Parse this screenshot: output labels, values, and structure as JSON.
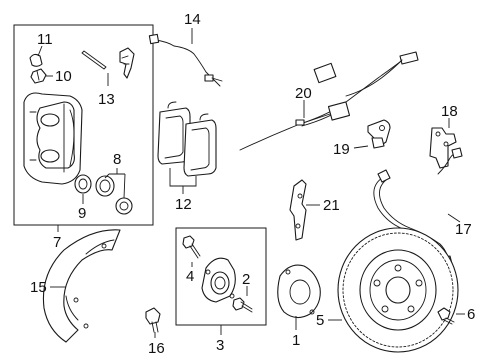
{
  "callouts": {
    "c1": "1",
    "c2": "2",
    "c3": "3",
    "c4": "4",
    "c5": "5",
    "c6": "6",
    "c7": "7",
    "c8": "8",
    "c9": "9",
    "c10": "10",
    "c11": "11",
    "c12": "12",
    "c13": "13",
    "c14": "14",
    "c15": "15",
    "c16": "16",
    "c17": "17",
    "c18": "18",
    "c19": "19",
    "c20": "20",
    "c21": "21"
  },
  "colors": {
    "line": "#1a1a1a",
    "background": "#ffffff"
  }
}
